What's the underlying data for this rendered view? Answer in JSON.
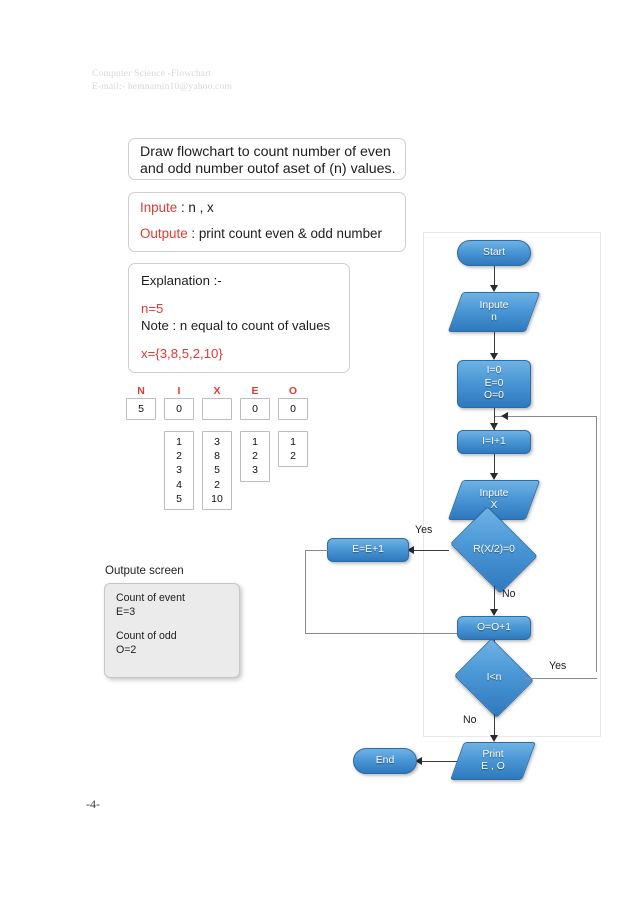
{
  "document": {
    "header_line1": "Computer Science -Flowchart",
    "header_line2": "E-mail:- hemnamin10@yahoo.com",
    "page_number": "-4-",
    "accent_red": "#e03b32",
    "node_blue": "#4a97d6"
  },
  "title_box": {
    "line1": "Draw flowchart to count number of even",
    "line2": "and odd number outof aset of (n) values."
  },
  "io_box": {
    "input_keyword": "Inpute",
    "input_value": " : n , x",
    "output_keyword": "Outpute",
    "output_value": " : print count even & odd number"
  },
  "explanation_box": {
    "heading": "Explanation :-",
    "n_line": "n=5",
    "note_line": "Note : n equal to count of values",
    "x_line": "x={3,8,5,2,10}"
  },
  "trace_table": {
    "headers": [
      "N",
      "I",
      "X",
      "E",
      "O"
    ],
    "init_row": [
      "5",
      "0",
      "",
      "0",
      "0"
    ],
    "stacks": {
      "N": "",
      "I": "1\n2\n3\n4\n5",
      "X": "3\n8\n5\n2\n10",
      "E": "1\n2\n3",
      "O": "1\n2"
    }
  },
  "output_screen": {
    "label": "Outpute screen",
    "line1": "Count of event",
    "line2": "E=3",
    "line3": "Count of odd",
    "line4": "O=2"
  },
  "flowchart": {
    "nodes": {
      "start": "Start",
      "input_n": "Inpute\nn",
      "init": "I=0\nE=0\nO=0",
      "increment_i": "I=I+1",
      "input_x": "Inpute\nX",
      "decision_even": "R(X/2)=0",
      "even_count": "E=E+1",
      "odd_count": "O=O+1",
      "decision_loop": "I<n",
      "print": "Print\nE , O",
      "end": "End"
    },
    "labels": {
      "yes_even": "Yes",
      "no_even": "No",
      "yes_loop": "Yes",
      "no_loop": "No"
    }
  }
}
